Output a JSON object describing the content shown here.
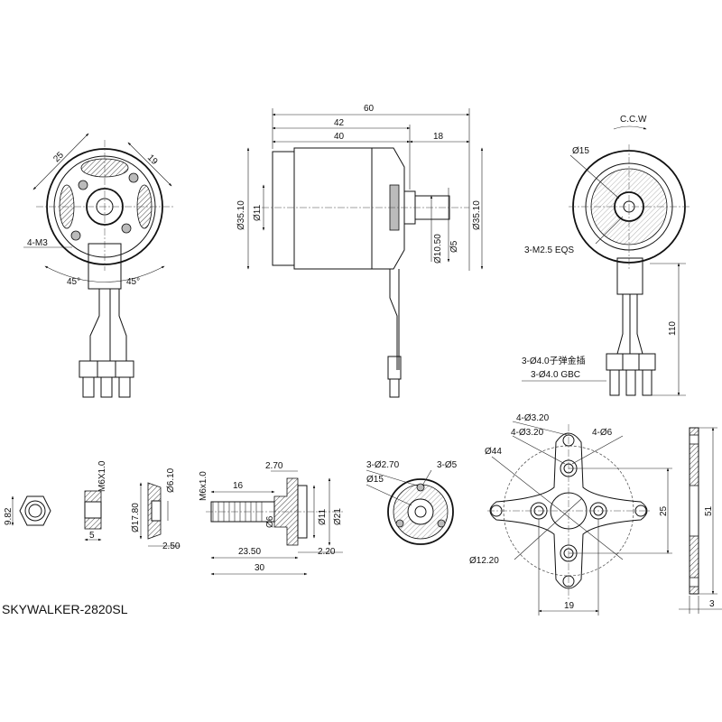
{
  "title": "SKYWALKER-2820SL",
  "front_view": {
    "dim_25": "25",
    "dim_19": "19",
    "mount_holes": "4-M3",
    "angle_left": "45°",
    "angle_right": "45°"
  },
  "side_view": {
    "dim_60": "60",
    "dim_42": "42",
    "dim_40": "40",
    "dim_18": "18",
    "dia_body_left": "Ø35.10",
    "dia_11": "Ø11",
    "dia_10_50": "Ø10.50",
    "dia_5": "Ø5",
    "dia_body_right": "Ø35.10"
  },
  "rear_view": {
    "rotation": "C.C.W",
    "dia_15": "Ø15",
    "screws": "3-M2.5 EQS",
    "lead_length": "110",
    "connector_cn": "3-Ø4.0子弹金插",
    "connector_en": "3-Ø4.0 GBC"
  },
  "nut": {
    "dim_9_82": "9.82"
  },
  "washer": {
    "thread": "M6X1.0",
    "dim_5": "5"
  },
  "collet": {
    "dia_17_80": "Ø17.80",
    "dia_6_10": "Ø6.10",
    "dim_2_50": "2.50"
  },
  "prop_adapter": {
    "thread": "M6x1.0",
    "dim_16": "16",
    "dim_2_70": "2.70",
    "dia_6": "Ø6",
    "dia_11": "Ø11",
    "dia_21": "Ø21",
    "dim_23_50": "23.50",
    "dim_2_20": "2.20",
    "dim_30": "30"
  },
  "prop_hub": {
    "holes_2_70": "3-Ø2.70",
    "holes_5": "3-Ø5",
    "dia_15": "Ø15"
  },
  "x_mount": {
    "holes_a": "4-Ø3.20",
    "holes_b": "4-Ø3.20",
    "holes_c": "4-Ø6",
    "dia_44": "Ø44",
    "dia_12_20": "Ø12.20",
    "dim_25": "25",
    "dim_19": "19",
    "dim_51": "51",
    "dim_3": "3"
  }
}
